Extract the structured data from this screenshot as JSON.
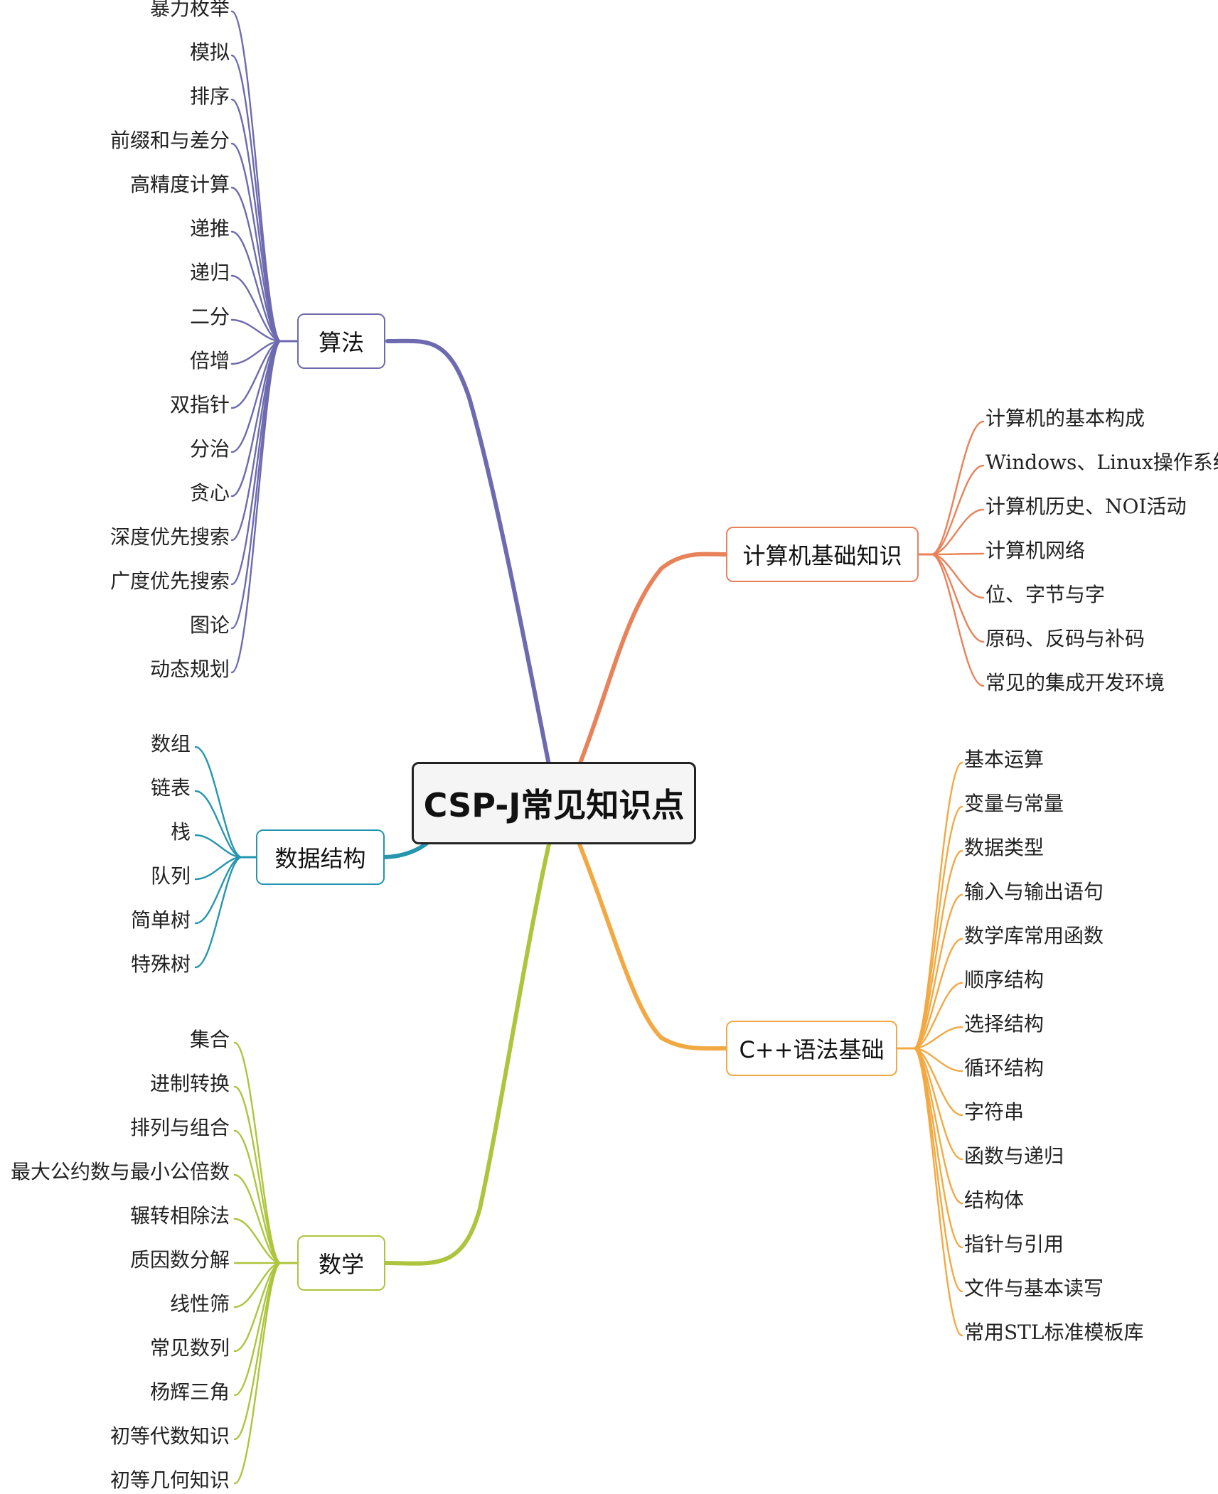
{
  "root": {
    "label": "CSP-J常见知识点"
  },
  "branches": {
    "algo": {
      "label": "算法",
      "color": "#6e6aaf",
      "items": [
        "暴力枚举",
        "模拟",
        "排序",
        "前缀和与差分",
        "高精度计算",
        "递推",
        "递归",
        "二分",
        "倍增",
        "双指针",
        "分治",
        "贪心",
        "深度优先搜索",
        "广度优先搜索",
        "图论",
        "动态规划"
      ]
    },
    "basics": {
      "label": "计算机基础知识",
      "color": "#e8825a",
      "items": [
        "计算机的基本构成",
        "Windows、Linux操作系统",
        "计算机历史、NOI活动",
        "计算机网络",
        "位、字节与字",
        "原码、反码与补码",
        "常见的集成开发环境"
      ]
    },
    "ds": {
      "label": "数据结构",
      "color": "#2596ae",
      "items": [
        "数组",
        "链表",
        "栈",
        "队列",
        "简单树",
        "特殊树"
      ]
    },
    "cpp": {
      "label": "C++语法基础",
      "color": "#f2a944",
      "items": [
        "基本运算",
        "变量与常量",
        "数据类型",
        "输入与输出语句",
        "数学库常用函数",
        "顺序结构",
        "选择结构",
        "循环结构",
        "字符串",
        "函数与递归",
        "结构体",
        "指针与引用",
        "文件与基本读写",
        "常用STL标准模板库"
      ]
    },
    "math": {
      "label": "数学",
      "color": "#adc53d",
      "items": [
        "集合",
        "进制转换",
        "排列与组合",
        "最大公约数与最小公倍数",
        "辗转相除法",
        "质因数分解",
        "线性筛",
        "常见数列",
        "杨辉三角",
        "初等代数知识",
        "初等几何知识"
      ]
    }
  }
}
